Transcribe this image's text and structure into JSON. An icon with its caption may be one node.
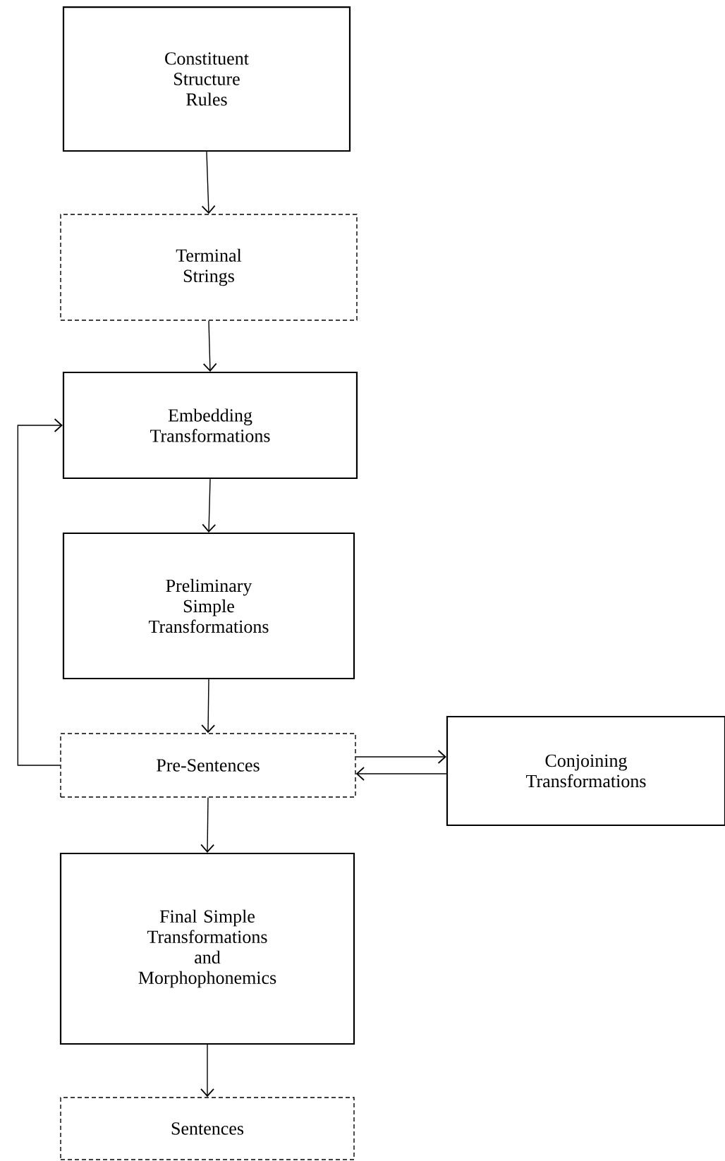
{
  "diagram": {
    "nodes": [
      {
        "text": [
          "Constituent Structure Rules"
        ]
      },
      {
        "text": [
          "Terminal Strings"
        ]
      },
      {
        "text": [
          "Embedding Transformations"
        ]
      },
      {
        "text": [
          "Preliminary Simple Transformations"
        ]
      },
      {
        "text": [
          "Pre-Sentences"
        ]
      },
      {
        "text": [
          "Conjoining Transformations"
        ]
      },
      {
        "text": [
          "Final Simple Transformations and Morphophonemics"
        ]
      },
      {
        "text": [
          "Sentences"
        ]
      }
    ],
    "edges": [
      {
        "from": 0,
        "to": 1,
        "arrow": "to"
      },
      {
        "from": 1,
        "to": 2,
        "arrow": "to"
      },
      {
        "from": 2,
        "to": 3,
        "arrow": "to"
      },
      {
        "from": 3,
        "to": 4,
        "arrow": "to"
      },
      {
        "from": 4,
        "to": 2,
        "arrow": "to"
      },
      {
        "from": 4,
        "to": 5,
        "arrow": "to"
      },
      {
        "from": 5,
        "to": 4,
        "arrow": "to"
      },
      {
        "from": 4,
        "to": 6,
        "arrow": "to"
      },
      {
        "from": 6,
        "to": 7,
        "arrow": "to"
      }
    ]
  }
}
